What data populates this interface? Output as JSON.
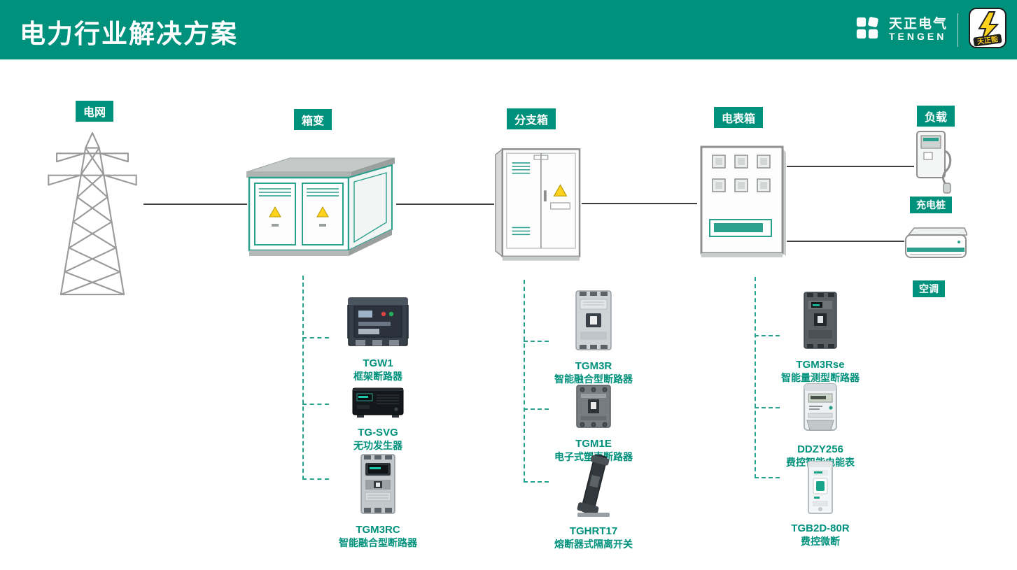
{
  "header": {
    "title": "电力行业解决方案",
    "brand_cn": "天正电气",
    "brand_en": "TENGEN",
    "mascot_label": "天正能"
  },
  "colors": {
    "primary": "#00917C",
    "dash": "#27A38D"
  },
  "stages": [
    {
      "label": "电网"
    },
    {
      "label": "箱变"
    },
    {
      "label": "分支箱"
    },
    {
      "label": "电表箱"
    },
    {
      "label": "负载"
    }
  ],
  "loads": [
    {
      "label": "充电桩"
    },
    {
      "label": "空调"
    }
  ],
  "columns": [
    {
      "under": "箱变",
      "items": [
        {
          "name": "TGW1",
          "desc": "框架断路器"
        },
        {
          "name": "TG-SVG",
          "desc": "无功发生器"
        },
        {
          "name": "TGM3RC",
          "desc": "智能融合型断路器"
        }
      ]
    },
    {
      "under": "分支箱",
      "items": [
        {
          "name": "TGM3R",
          "desc": "智能融合型断路器"
        },
        {
          "name": "TGM1E",
          "desc": "电子式塑壳断路器"
        },
        {
          "name": "TGHRT17",
          "desc": "熔断器式隔离开关"
        }
      ]
    },
    {
      "under": "电表箱",
      "items": [
        {
          "name": "TGM3Rse",
          "desc": "智能量测型断路器"
        },
        {
          "name": "DDZY256",
          "desc": "费控智能电能表"
        },
        {
          "name": "TGB2D-80R",
          "desc": "费控微断"
        }
      ]
    }
  ]
}
